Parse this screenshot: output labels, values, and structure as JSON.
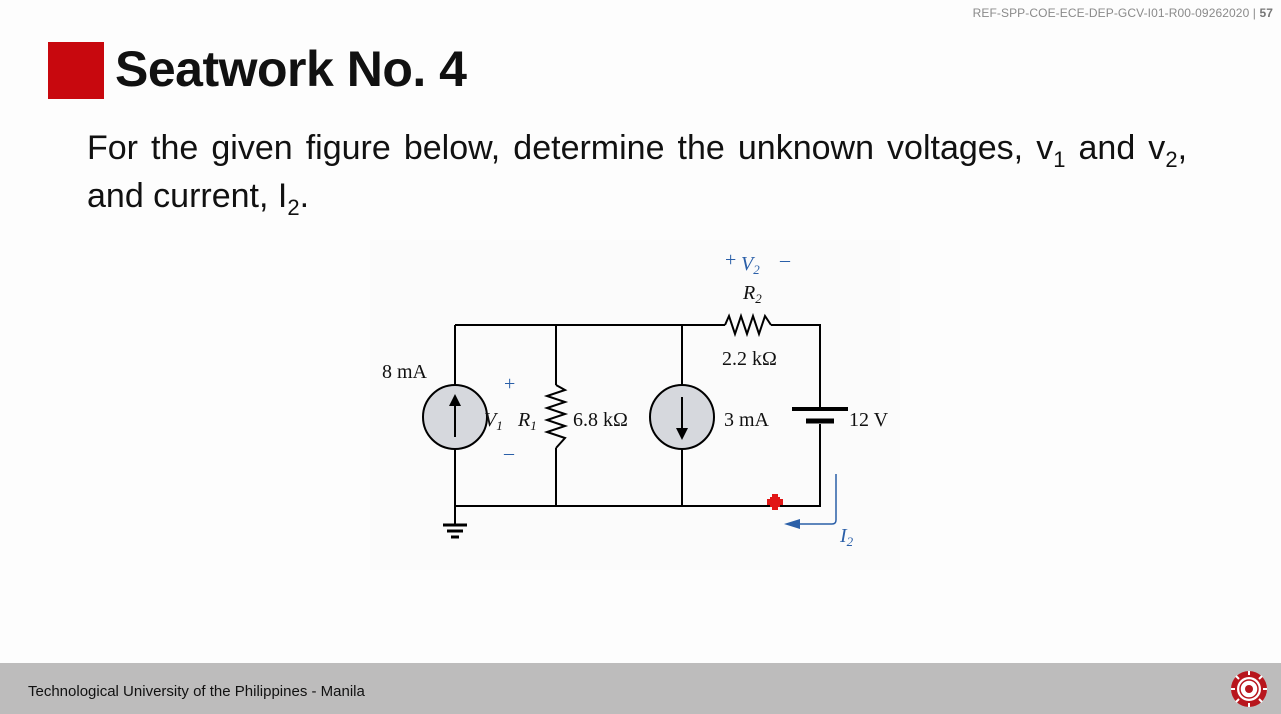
{
  "header": {
    "ref_code": "REF-SPP-COE-ECE-DEP-GCV-I01-R00-09262020 | ",
    "page_number": "57"
  },
  "slide": {
    "title": "Seatwork No. 4",
    "accent_color": "#c8080e",
    "question": {
      "p1": "For the given figure below, determine the unknown voltages, v",
      "sub1": "1",
      "p2": " and v",
      "sub2": "2",
      "p3": ", and current, I",
      "sub3": "2",
      "p4": "."
    }
  },
  "circuit": {
    "source1_label": "8 mA",
    "v1_plus": "+",
    "v1_label": "V",
    "v1_sub": "1",
    "v1_minus": "–",
    "r1_label": "R",
    "r1_sub": "1",
    "r1_value": "6.8 kΩ",
    "source2_label": "3 mA",
    "v2_plus": "+",
    "v2_label": "V",
    "v2_sub": "2",
    "v2_minus": "–",
    "r2_label": "R",
    "r2_sub": "2",
    "r2_value": "2.2 kΩ",
    "battery_label": "12 V",
    "i2_label": "I",
    "i2_sub": "2",
    "annotation_color": "#2a5fa8"
  },
  "footer": {
    "institution": "Technological University of the Philippines - Manila",
    "seal_icon": "tup-seal-icon"
  }
}
